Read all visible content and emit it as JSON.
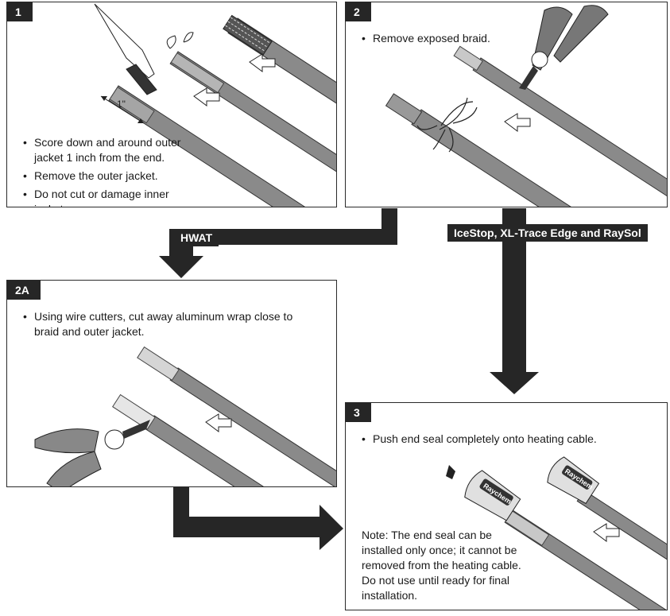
{
  "panels": {
    "p1": {
      "number": "1",
      "steps": [
        "Score down and around outer jacket 1 inch from the end.",
        "Remove the outer jacket.",
        "Do not cut or damage inner jacket."
      ],
      "dimension_label": "1\""
    },
    "p2": {
      "number": "2",
      "steps": [
        "Remove exposed braid."
      ]
    },
    "p2a": {
      "number": "2A",
      "steps": [
        "Using wire cutters, cut away aluminum wrap close to braid and outer jacket."
      ]
    },
    "p3": {
      "number": "3",
      "steps": [
        "Push end seal completely onto heating cable."
      ],
      "note": "Note: The end seal can be installed only once; it cannot be removed from the heating cable. Do not use until ready for final installation.",
      "brand_mark": "Raychem"
    }
  },
  "flow_labels": {
    "hwat": "HWAT",
    "others": "IceStop, XL-Trace Edge and RaySol"
  },
  "colors": {
    "cable": "#8a8a8a",
    "cable_dark": "#4a4a4a",
    "frame": "#262626"
  }
}
